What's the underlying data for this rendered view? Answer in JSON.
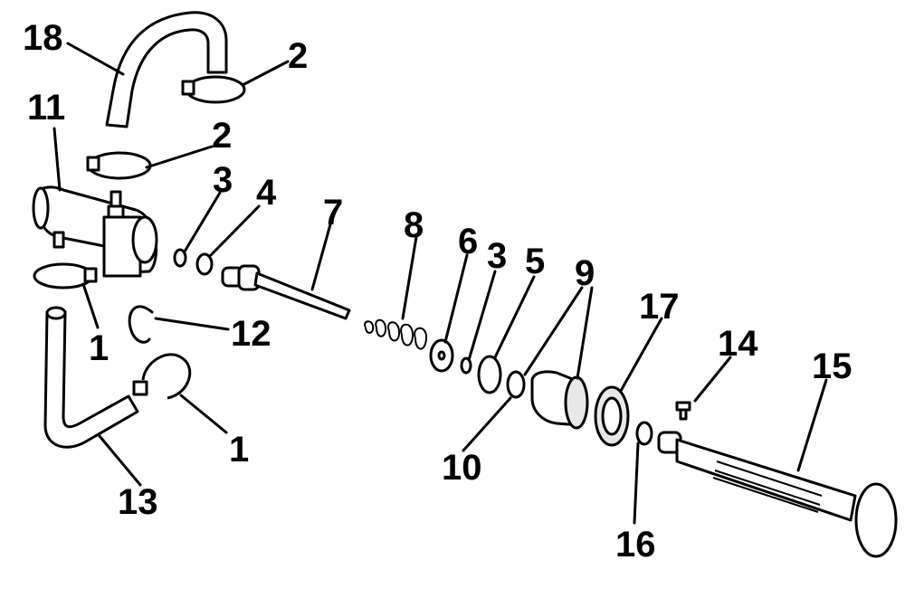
{
  "callouts": [
    "18",
    "2",
    "2",
    "11",
    "3",
    "4",
    "7",
    "8",
    "6",
    "3",
    "5",
    "9",
    "17",
    "14",
    "15",
    "1",
    "12",
    "1",
    "13",
    "10",
    "16"
  ]
}
